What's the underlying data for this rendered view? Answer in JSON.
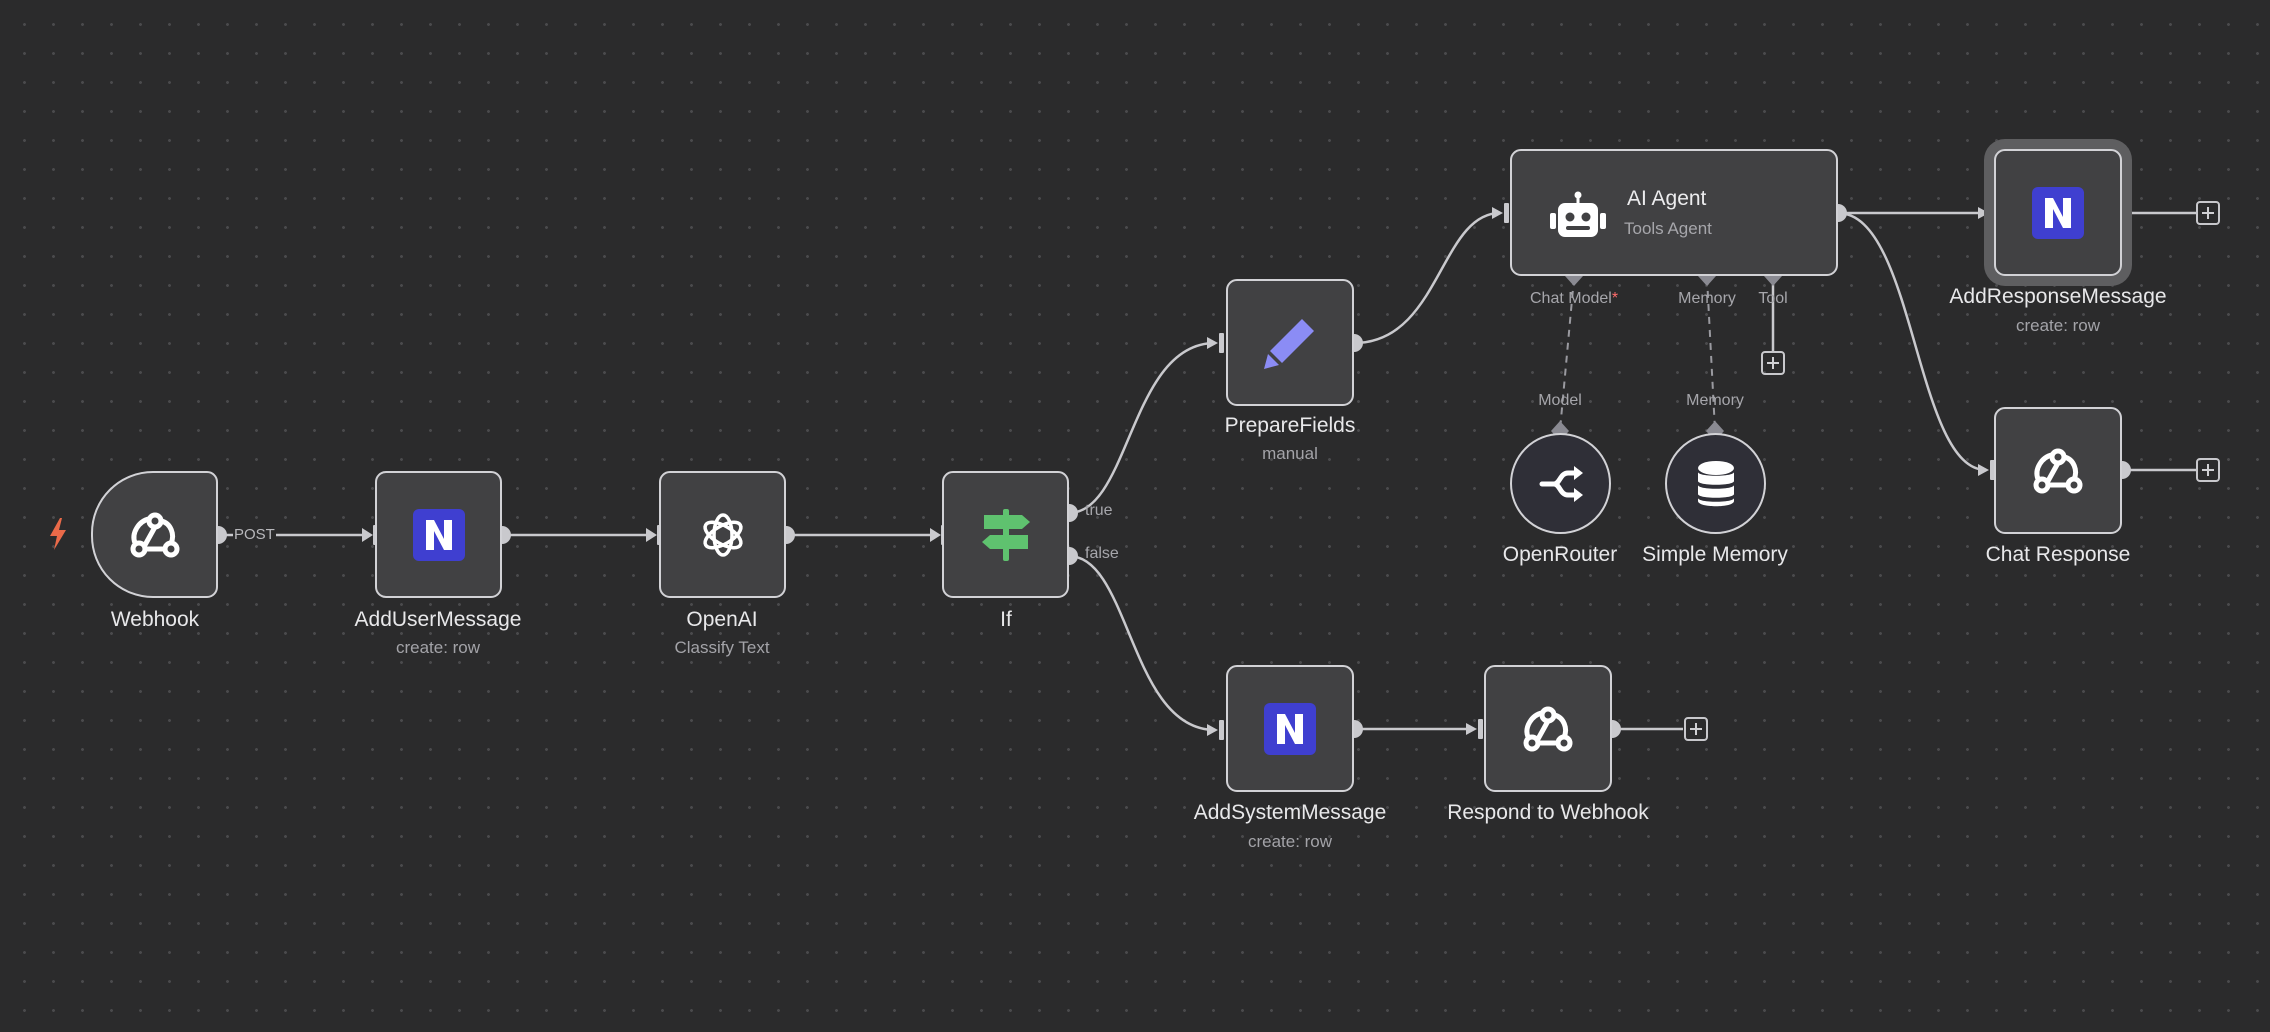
{
  "canvas": {
    "nodes": [
      {
        "id": "webhook",
        "label": "Webhook",
        "subtitle": "",
        "icon": "webhook-icon"
      },
      {
        "id": "add-user-message",
        "label": "AddUserMessage",
        "subtitle": "create: row",
        "icon": "nocodb-icon"
      },
      {
        "id": "openai",
        "label": "OpenAI",
        "subtitle": "Classify Text",
        "icon": "openai-icon"
      },
      {
        "id": "if",
        "label": "If",
        "subtitle": "",
        "icon": "signpost-icon"
      },
      {
        "id": "prepare-fields",
        "label": "PrepareFields",
        "subtitle": "manual",
        "icon": "pencil-icon"
      },
      {
        "id": "ai-agent",
        "label": "AI Agent",
        "subtitle": "Tools Agent",
        "icon": "robot-icon"
      },
      {
        "id": "add-response-message",
        "label": "AddResponseMessage",
        "subtitle": "create: row",
        "icon": "nocodb-icon"
      },
      {
        "id": "chat-response",
        "label": "Chat Response",
        "subtitle": "",
        "icon": "webhook-icon"
      },
      {
        "id": "openrouter",
        "label": "OpenRouter",
        "subtitle": "",
        "icon": "openrouter-icon"
      },
      {
        "id": "simple-memory",
        "label": "Simple Memory",
        "subtitle": "",
        "icon": "database-icon"
      },
      {
        "id": "add-system-message",
        "label": "AddSystemMessage",
        "subtitle": "create: row",
        "icon": "nocodb-icon"
      },
      {
        "id": "respond-to-webhook",
        "label": "Respond to Webhook",
        "subtitle": "",
        "icon": "webhook-icon"
      }
    ],
    "edge_labels": {
      "post": "POST",
      "true": "true",
      "false": "false"
    },
    "agent_ports": {
      "chat_model": "Chat Model",
      "required_mark": "*",
      "memory": "Memory",
      "tool": "Tool"
    },
    "sub_ports": {
      "model": "Model",
      "memory": "Memory"
    },
    "colors": {
      "background": "#2b2b2c",
      "node_fill": "#414143",
      "node_border": "#d2d2d6",
      "nocodb_blue": "#3f3fd0",
      "if_green": "#5fc26f",
      "pencil_purple": "#8b8cf5",
      "trigger_bolt": "#ea6a49"
    }
  }
}
